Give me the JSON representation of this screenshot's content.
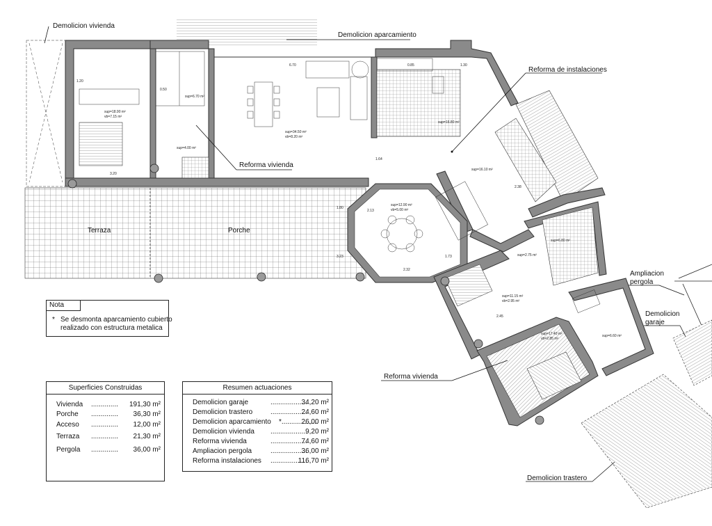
{
  "labels": {
    "demolicion_vivienda": "Demolicion vivienda",
    "demolicion_aparcamiento": "Demolicion aparcamiento",
    "reforma_instalaciones": "Reforma de instalaciones",
    "reforma_vivienda_top": "Reforma vivienda",
    "reforma_vivienda_bottom": "Reforma vivienda",
    "terraza": "Terraza",
    "porche": "Porche",
    "ampliacion_pergola_1": "Ampliacion",
    "ampliacion_pergola_2": "pergola",
    "demolicion_garaje_1": "Demolicion",
    "demolicion_garaje_2": "garaje",
    "demolicion_trastero": "Demolicion trastero"
  },
  "room_annotations": {
    "bedroom_1a": "sup=18.90 m²",
    "bedroom_1b": "vb=7.15 m²",
    "living_a": "sup=34.50 m²",
    "living_b": "vb=8.20 m²",
    "kitchen": "sup=16.80 m²",
    "hall": "sup=16.10 m²",
    "octagon_a": "sup=12.90 m²",
    "octagon_b": "vb=5.00 m²",
    "bath_1": "sup=6.70 m²",
    "bath_2": "sup=4.00 m²",
    "bath_3": "sup=6.80 m²",
    "corridor": "sup=2.75 m²",
    "bedroom_2a": "sup=11.15 m²",
    "bedroom_2b": "vb=2.95 m²",
    "bedroom_3a": "sup=17.40 m²",
    "bedroom_3b": "vb=2.85 m²",
    "bath_4": "sup=6.60 m²"
  },
  "dimensions": {
    "d_670": "6.70",
    "d_320": "3.20",
    "d_232": "2.32",
    "d_120": "1.20",
    "d_085": "0.85",
    "d_130": "1.30",
    "d_050": "0.50",
    "d_180": "1.80",
    "d_323": "3.23",
    "d_213": "2.13",
    "d_173": "1.73",
    "d_245": "2.45",
    "d_238": "2.38",
    "d_164": "1.64"
  },
  "nota": {
    "title": "Nota",
    "bullet": "*",
    "line1": "Se desmonta aparcamiento cubierto",
    "line2": "realizado con estructura metalica"
  },
  "superficies": {
    "title": "Superficies Construidas",
    "rows": [
      {
        "name": "Vivienda",
        "dots": "..............",
        "value": "191,30 m²"
      },
      {
        "name": "Porche",
        "dots": "..............",
        "value": "36,30 m²"
      },
      {
        "name": "Acceso",
        "dots": "..............",
        "value": "12,00 m²"
      },
      {
        "name": "Terraza",
        "dots": "..............",
        "value": "21,30 m²"
      },
      {
        "name": "Pergola",
        "dots": "..............",
        "value": "36,00 m²"
      }
    ]
  },
  "resumen": {
    "title": "Resumen actuaciones",
    "rows": [
      {
        "name": "Demolicion garaje",
        "dots": "...................",
        "value": "34,20 m²"
      },
      {
        "name": "Demolicion trastero",
        "dots": "...................",
        "value": "24,60 m²"
      },
      {
        "name": "Demolicion aparcamiento",
        "dots": "*...................",
        "value": "26,00 m²"
      },
      {
        "name": "Demolicion vivienda",
        "dots": "...................",
        "value": "9,20 m²"
      },
      {
        "name": "Reforma vivienda",
        "dots": "...................",
        "value": "74,60 m²"
      },
      {
        "name": "Ampliacion pergola",
        "dots": "...................",
        "value": "36,00 m²"
      },
      {
        "name": "Reforma instalaciones",
        "dots": "...................",
        "value": "116,70 m²"
      }
    ]
  }
}
